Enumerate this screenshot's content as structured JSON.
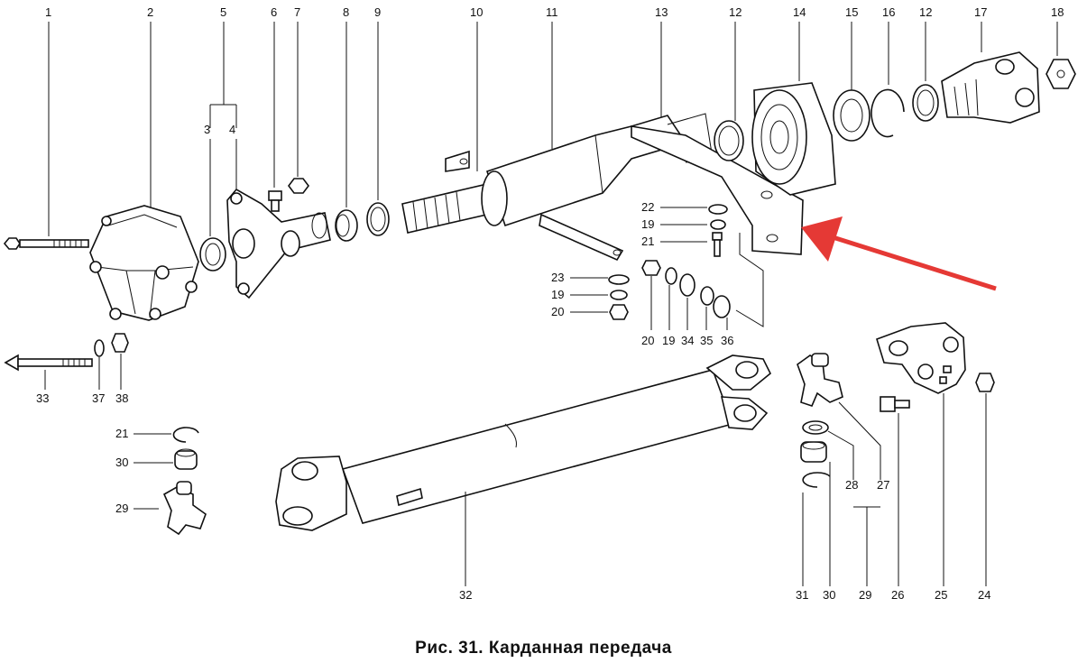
{
  "caption": "Рис. 31. Карданная передача",
  "callouts": {
    "c1": "1",
    "c2": "2",
    "c3": "3",
    "c4": "4",
    "c5": "5",
    "c6": "6",
    "c7": "7",
    "c8": "8",
    "c9": "9",
    "c10": "10",
    "c11": "11",
    "c13": "13",
    "c12a": "12",
    "c14": "14",
    "c15": "15",
    "c16": "16",
    "c12b": "12",
    "c17": "17",
    "c18": "18",
    "c22": "22",
    "c19a": "19",
    "c21a": "21",
    "c23": "23",
    "c19b": "19",
    "c20a": "20",
    "c20b": "20",
    "c19c": "19",
    "c34": "34",
    "c35": "35",
    "c36": "36",
    "c33": "33",
    "c37": "37",
    "c38": "38",
    "c21b": "21",
    "c30a": "30",
    "c29a": "29",
    "c32": "32",
    "c28": "28",
    "c27": "27",
    "c31": "31",
    "c30b": "30",
    "c29b": "29",
    "c26": "26",
    "c25": "25",
    "c24": "24"
  },
  "colors": {
    "ink": "#111111",
    "arrow": "#e53935",
    "background": "#ffffff"
  }
}
